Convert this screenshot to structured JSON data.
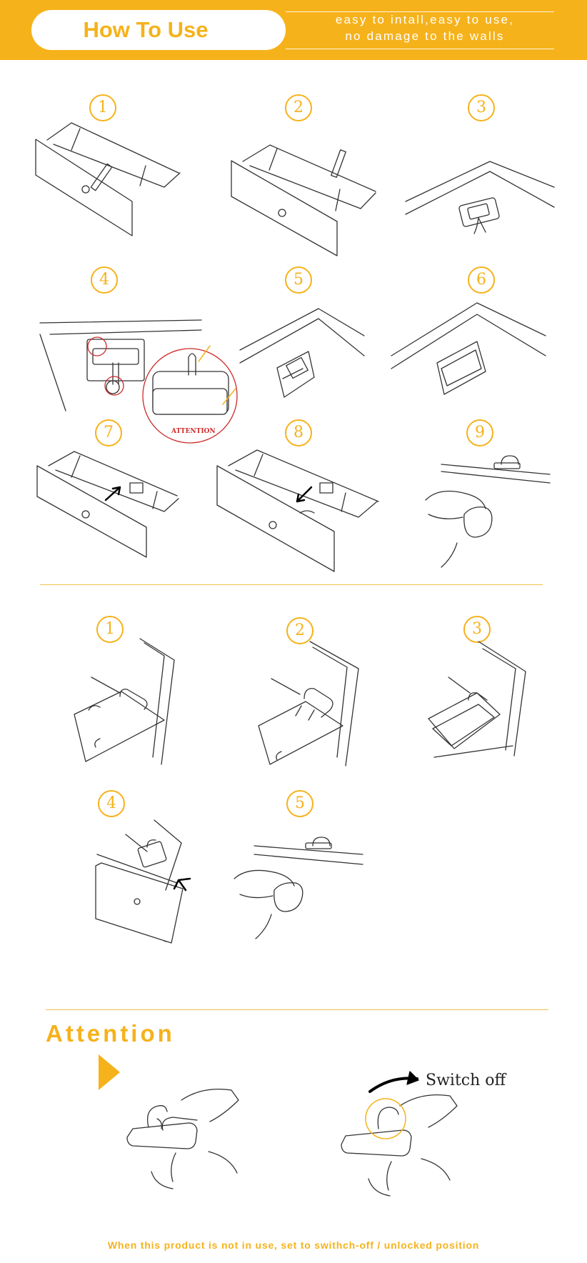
{
  "banner": {
    "title": "How To Use",
    "tagline_line1": "easy to intall,easy to use,",
    "tagline_line2": "no damage to the walls",
    "color": "#f6b21b"
  },
  "section_install": {
    "steps": [
      {
        "number": "1",
        "icon": "drawer-open-with-latch-icon"
      },
      {
        "number": "2",
        "icon": "drawer-latch-placement-icon"
      },
      {
        "number": "3",
        "icon": "latch-under-cabinet-icon"
      },
      {
        "number": "4",
        "icon": "latch-alignment-detail-icon",
        "callout": "ATTENTION"
      },
      {
        "number": "5",
        "icon": "lock-housing-mounted-icon"
      },
      {
        "number": "6",
        "icon": "lock-housing-closed-icon"
      },
      {
        "number": "7",
        "icon": "drawer-push-latch-icon"
      },
      {
        "number": "8",
        "icon": "drawer-close-latch-icon"
      },
      {
        "number": "9",
        "icon": "finger-release-latch-icon"
      }
    ]
  },
  "section_cabinet": {
    "steps": [
      {
        "number": "1",
        "icon": "door-latch-base-icon"
      },
      {
        "number": "2",
        "icon": "door-latch-hook-icon"
      },
      {
        "number": "3",
        "icon": "door-lock-housing-icon"
      },
      {
        "number": "4",
        "icon": "door-close-arrow-icon"
      },
      {
        "number": "5",
        "icon": "finger-release-door-icon"
      }
    ]
  },
  "attention": {
    "title": "Attention",
    "switch_label": "Switch off",
    "note": "When  this  product is  not in  use, set to  swithch-off  / unlocked  position"
  }
}
